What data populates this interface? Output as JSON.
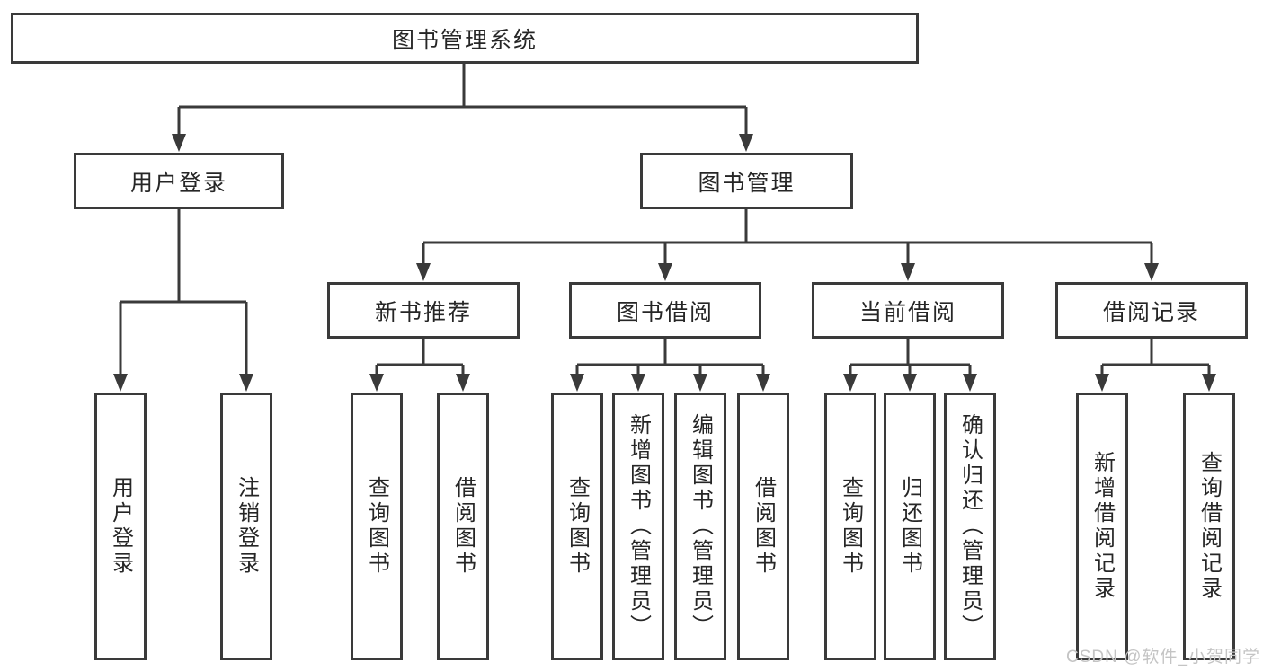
{
  "diagram": {
    "title": "图书管理系统",
    "nodes": {
      "root": "图书管理系统",
      "user_login": "用户登录",
      "book_mgmt": "图书管理",
      "new_books": "新书推荐",
      "book_borrow": "图书借阅",
      "current_borrow": "当前借阅",
      "borrow_records": "借阅记录",
      "leaf_user_login": "用户登录",
      "leaf_logout": "注销登录",
      "leaf_nb_query": "查询图书",
      "leaf_nb_borrow": "借阅图书",
      "leaf_bb_query": "查询图书",
      "leaf_bb_add": "新增图书（管理员）",
      "leaf_bb_edit": "编辑图书（管理员）",
      "leaf_bb_borrow": "借阅图书",
      "leaf_cb_query": "查询图书",
      "leaf_cb_return": "归还图书",
      "leaf_cb_confirm": "确认归还（管理员）",
      "leaf_br_add": "新增借阅记录",
      "leaf_br_query": "查询借阅记录"
    },
    "hierarchy": {
      "图书管理系统": [
        "用户登录",
        "图书管理"
      ],
      "用户登录": [
        "用户登录",
        "注销登录"
      ],
      "图书管理": [
        "新书推荐",
        "图书借阅",
        "当前借阅",
        "借阅记录"
      ],
      "新书推荐": [
        "查询图书",
        "借阅图书"
      ],
      "图书借阅": [
        "查询图书",
        "新增图书（管理员）",
        "编辑图书（管理员）",
        "借阅图书"
      ],
      "当前借阅": [
        "查询图书",
        "归还图书",
        "确认归还（管理员）"
      ],
      "借阅记录": [
        "新增借阅记录",
        "查询借阅记录"
      ]
    }
  },
  "watermark": "CSDN @软件_小贺同学",
  "colors": {
    "line": "#3a3a3a",
    "text": "#262626",
    "watermark": "#c4c4c4",
    "background": "#ffffff"
  }
}
